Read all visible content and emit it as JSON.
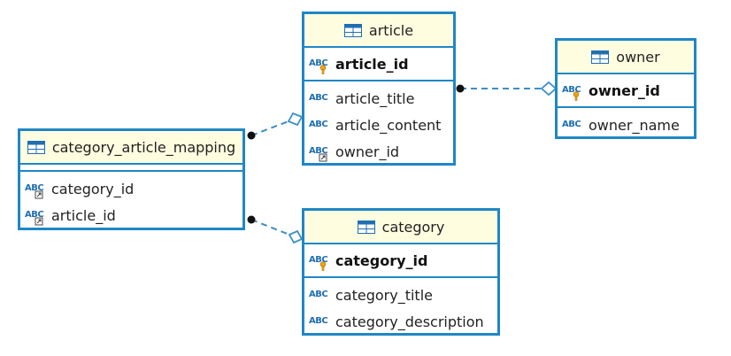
{
  "colors": {
    "border": "#1f87c6",
    "header_bg": "#fffde0",
    "abc_icon": "#1f6fb3",
    "relation_line": "#3b8fc4"
  },
  "icons": {
    "table": "table-icon",
    "string_column": "abc-icon",
    "primary_key_badge": "key-icon",
    "foreign_key_badge": "link-icon"
  },
  "abc_text": "ABC",
  "entities": {
    "article": {
      "name": "article",
      "primary_key": "article_id",
      "columns": [
        "article_title",
        "article_content",
        "owner_id"
      ]
    },
    "owner": {
      "name": "owner",
      "primary_key": "owner_id",
      "columns": [
        "owner_name"
      ]
    },
    "category_article_mapping": {
      "name": "category_article_mapping",
      "columns": [
        "category_id",
        "article_id"
      ]
    },
    "category": {
      "name": "category",
      "primary_key": "category_id",
      "columns": [
        "category_title",
        "category_description"
      ]
    }
  },
  "relationships": [
    {
      "from": "article",
      "to": "owner",
      "from_end": "many",
      "to_end": "one"
    },
    {
      "from": "category_article_mapping",
      "to": "article",
      "from_end": "many",
      "to_end": "one"
    },
    {
      "from": "category_article_mapping",
      "to": "category",
      "from_end": "many",
      "to_end": "one"
    }
  ]
}
